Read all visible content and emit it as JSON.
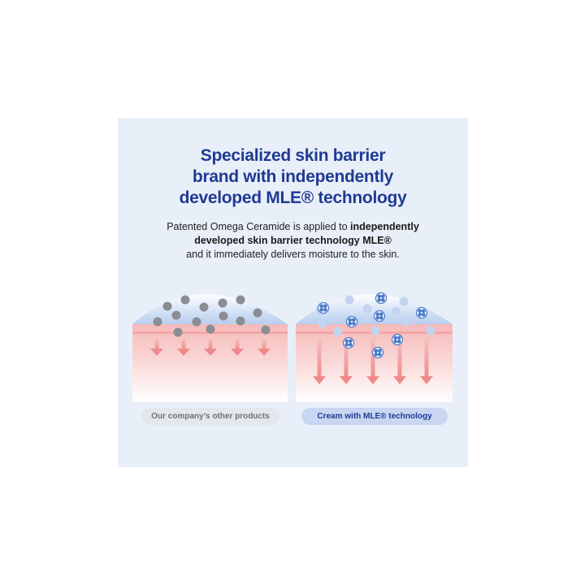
{
  "headline": {
    "line1": "Specialized skin barrier",
    "line2": "brand with independently",
    "line3": "developed MLE® technology"
  },
  "description": {
    "line1_plain": "Patented Omega Ceramide is applied to ",
    "line1_bold": "independently",
    "line2_bold": "developed skin barrier technology MLE®",
    "line3_plain": "and it immediately delivers moisture to the skin."
  },
  "comparison": {
    "left_label": "Our company’s other products",
    "right_label": "Cream with MLE® technology"
  },
  "colors": {
    "panel_bg": "#e9eff8",
    "headline": "#1f3a93",
    "skin": "#f6c4c4",
    "arrow": "#f08b8b",
    "gray_particle": "#8a8d92",
    "ceramide_particle": "#4a78c8"
  },
  "icons": [
    "gray-particle-icon",
    "ceramide-particle-icon",
    "down-arrow-icon"
  ]
}
